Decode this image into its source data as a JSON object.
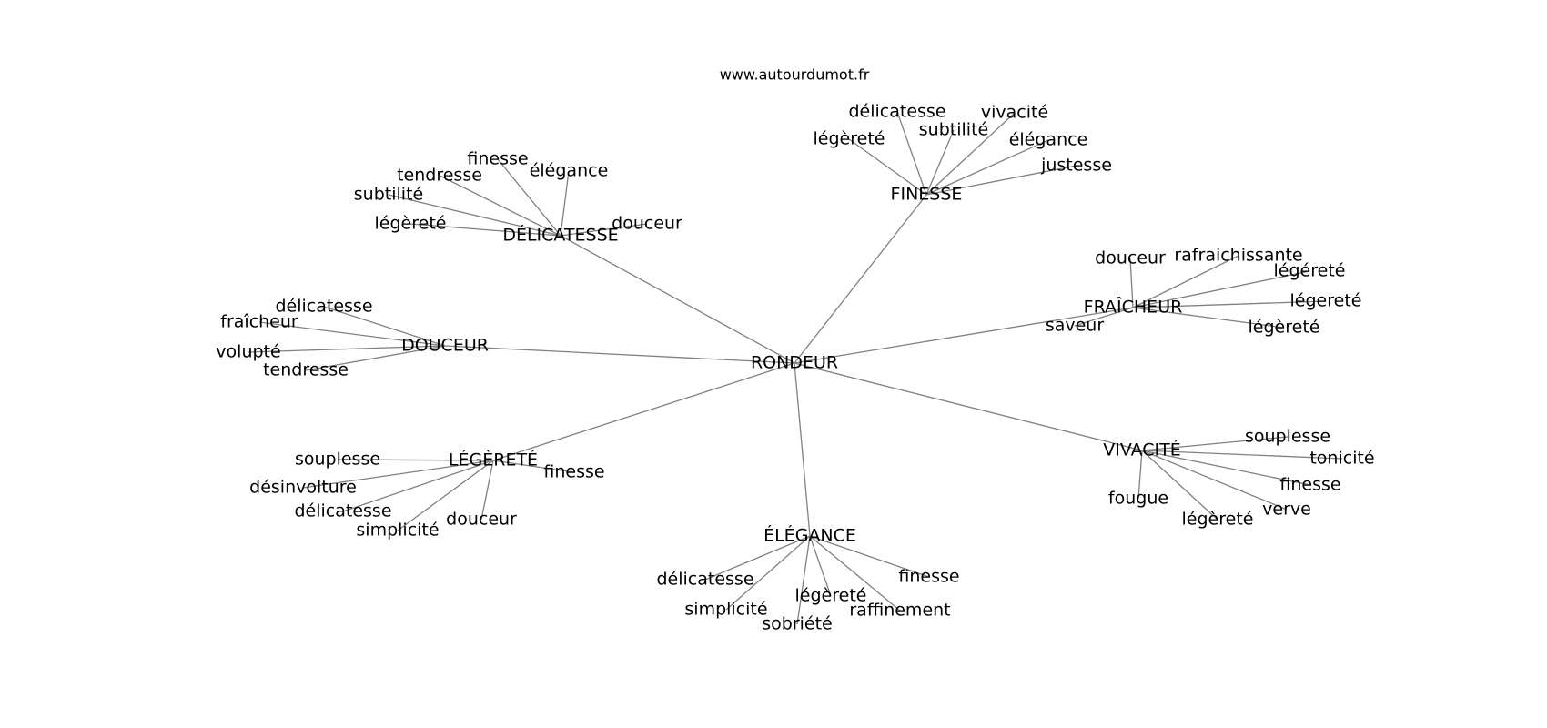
{
  "site": "www.autourdumot.fr",
  "center": "RONDEUR",
  "colors": {
    "edge": "#808080",
    "text": "#000000",
    "background": "#ffffff"
  },
  "clusters": [
    {
      "label": "FINESSE",
      "children": [
        "délicatesse",
        "vivacité",
        "subtilité",
        "légèreté",
        "élégance",
        "justesse"
      ]
    },
    {
      "label": "DÉLICATESSE",
      "children": [
        "finesse",
        "élégance",
        "tendresse",
        "subtilité",
        "légèreté",
        "douceur"
      ]
    },
    {
      "label": "FRAÎCHEUR",
      "children": [
        "douceur",
        "rafraichissante",
        "légéreté",
        "légereté",
        "légèreté",
        "saveur"
      ]
    },
    {
      "label": "DOUCEUR",
      "children": [
        "délicatesse",
        "fraîcheur",
        "volupté",
        "tendresse"
      ]
    },
    {
      "label": "LÉGÈRETÉ",
      "children": [
        "souplesse",
        "finesse",
        "désinvolture",
        "délicatesse",
        "simplicité",
        "douceur"
      ]
    },
    {
      "label": "VIVACITÉ",
      "children": [
        "souplesse",
        "tonicité",
        "finesse",
        "fougue",
        "verve",
        "légèreté"
      ]
    },
    {
      "label": "ÉLÉGANCE",
      "children": [
        "délicatesse",
        "finesse",
        "légèreté",
        "simplicité",
        "raffinement",
        "sobriété"
      ]
    }
  ]
}
